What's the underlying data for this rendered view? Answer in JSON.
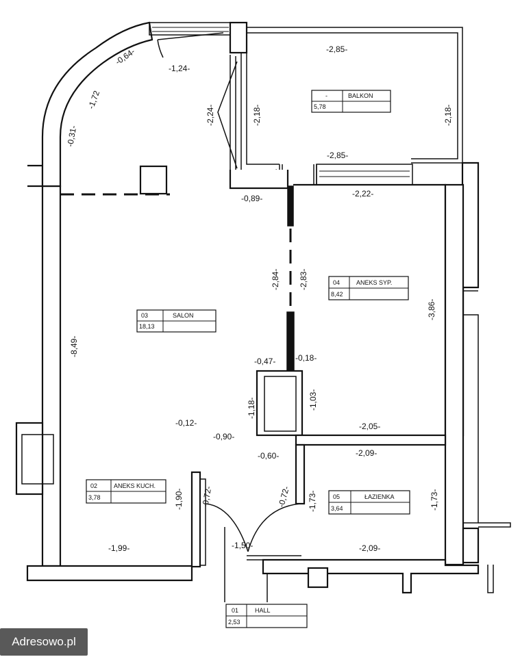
{
  "rooms": [
    {
      "key": "balkon",
      "number": "-",
      "name": "BALKON",
      "area": "5,78"
    },
    {
      "key": "salon",
      "number": "03",
      "name": "SALON",
      "area": "18,13"
    },
    {
      "key": "aneks_syp",
      "number": "04",
      "name": "ANEKS SYP.",
      "area": "8,42"
    },
    {
      "key": "aneks_kuch",
      "number": "02",
      "name": "ANEKS KUCH.",
      "area": "3,78"
    },
    {
      "key": "lazienka",
      "number": "05",
      "name": "ŁAZIENKA",
      "area": "3,64"
    },
    {
      "key": "hall",
      "number": "01",
      "name": "HALL",
      "area": "2,53"
    }
  ],
  "dimensions": [
    "-0,64-",
    "-1,24-",
    "-1,72",
    "-0,31-",
    "-2,24-",
    "-2,18-",
    "-2,85-",
    "-2,18-",
    "-2,85-",
    "-0,89-",
    "-2,22-",
    "-2,84-",
    "-2,83-",
    "-3,86-",
    "-8,49-",
    "-0,47-",
    "-0,18-",
    "-1,18-",
    "-1,03-",
    "-2,05-",
    "-0,12-",
    "-0,90-",
    "-0,60-",
    "-2,09-",
    "-1,90-",
    "-0,72-",
    "-0,72-",
    "-1,73-",
    "-1,73-",
    "-1,99-",
    "-1,50-",
    "-2,09-"
  ],
  "watermark": "Adresowo.pl"
}
